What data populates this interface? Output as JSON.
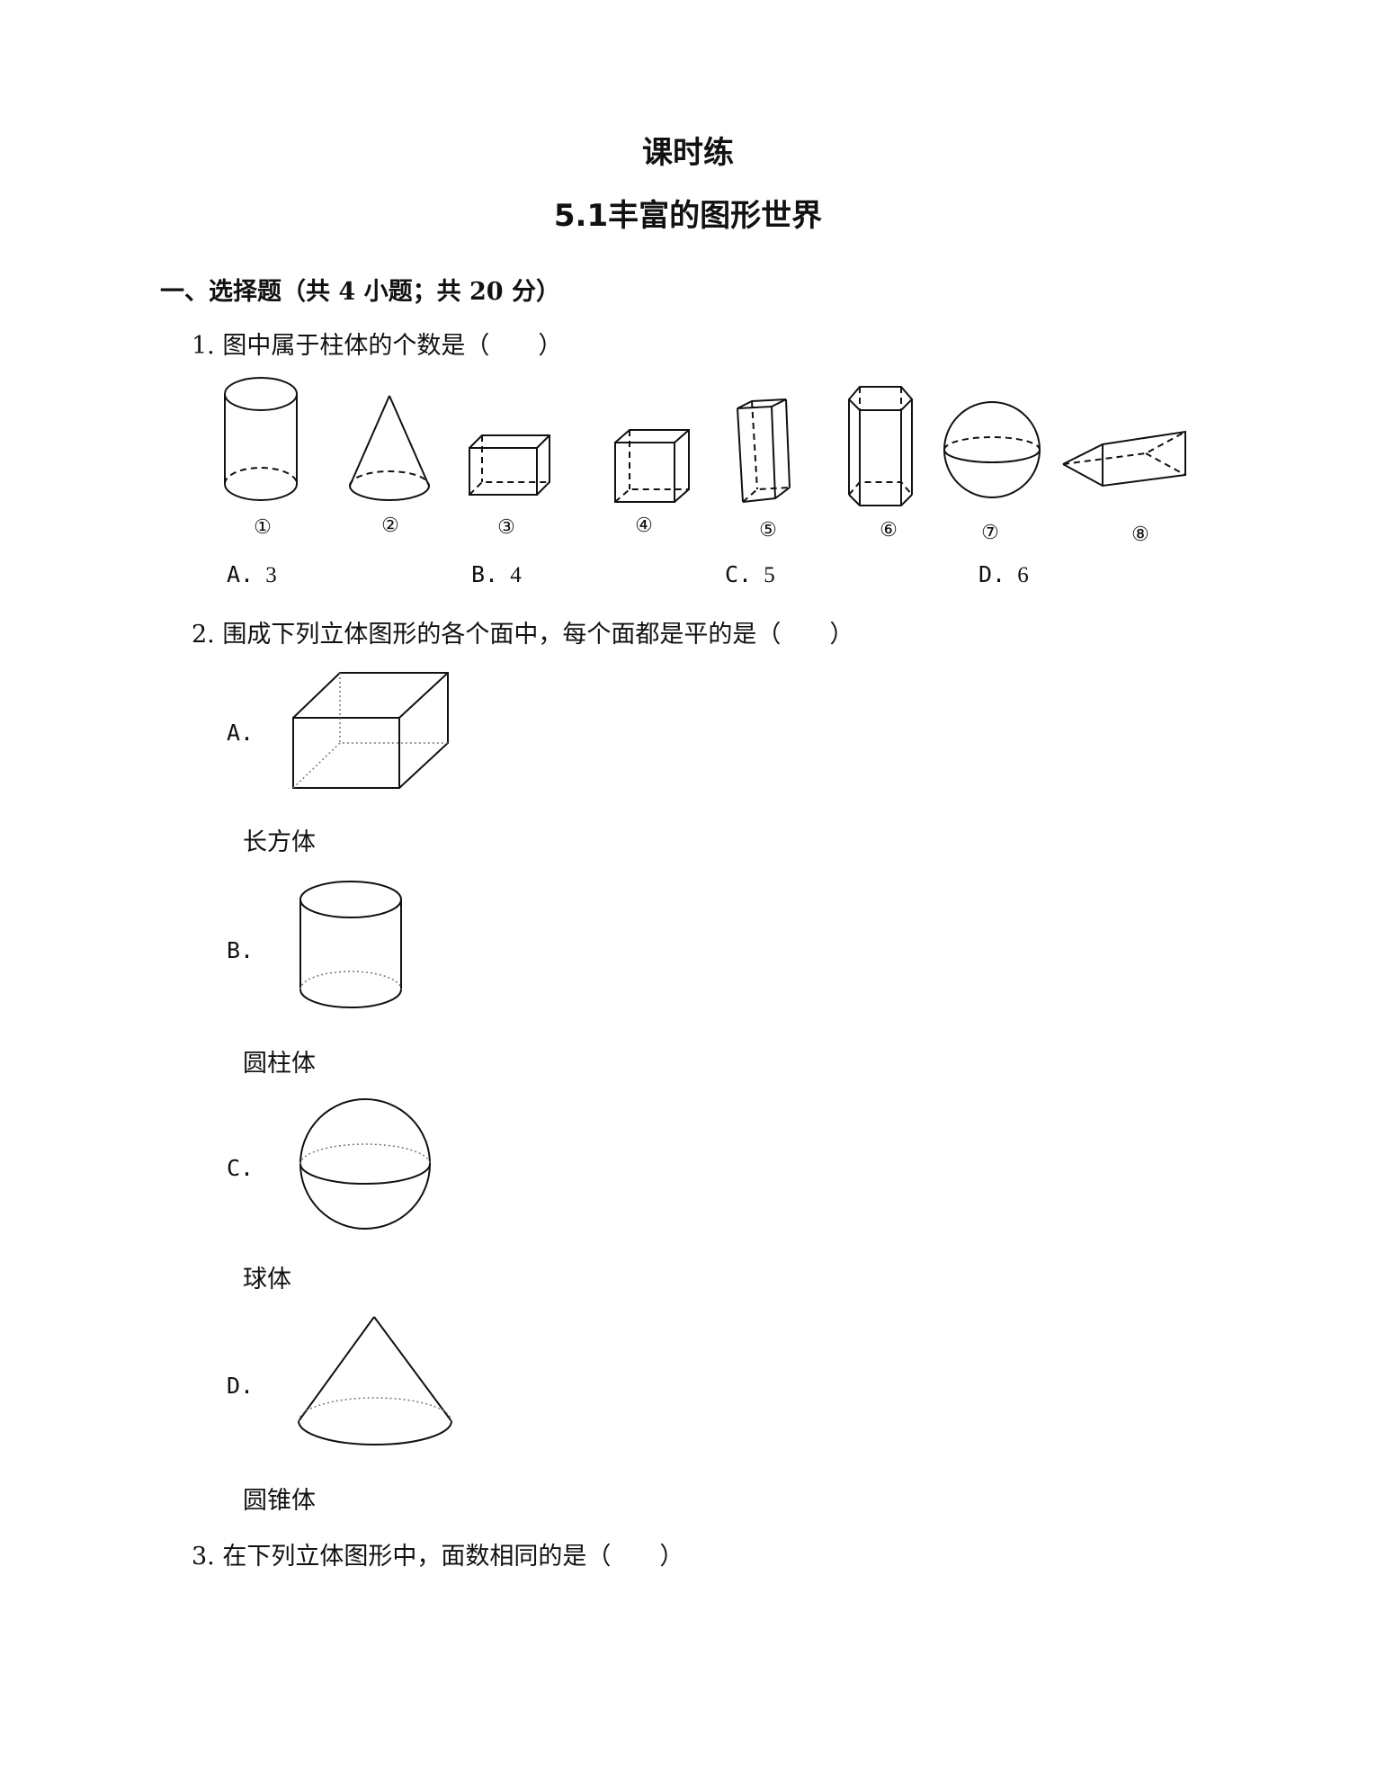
{
  "header": {
    "title": "课时练",
    "subtitle": "5.1丰富的图形世界"
  },
  "section1": {
    "heading": "一、选择题（共 4 小题；共 20 分）"
  },
  "q1": {
    "text": "1.  图中属于柱体的个数是（　　）",
    "labels": [
      "①",
      "②",
      "③",
      "④",
      "⑤",
      "⑥",
      "⑦",
      "⑧"
    ],
    "options": [
      {
        "letter": "A.",
        "value": "3"
      },
      {
        "letter": "B.",
        "value": "4"
      },
      {
        "letter": "C.",
        "value": "5"
      },
      {
        "letter": "D.",
        "value": "6"
      }
    ]
  },
  "q2": {
    "text": "2.  围成下列立体图形的各个面中，每个面都是平的是（　　）",
    "options": [
      {
        "letter": "A.",
        "caption": "长方体"
      },
      {
        "letter": "B.",
        "caption": "圆柱体"
      },
      {
        "letter": "C.",
        "caption": "球体"
      },
      {
        "letter": "D.",
        "caption": "圆锥体"
      }
    ]
  },
  "q3": {
    "text": "3.  在下列立体图形中，面数相同的是（　　）"
  }
}
